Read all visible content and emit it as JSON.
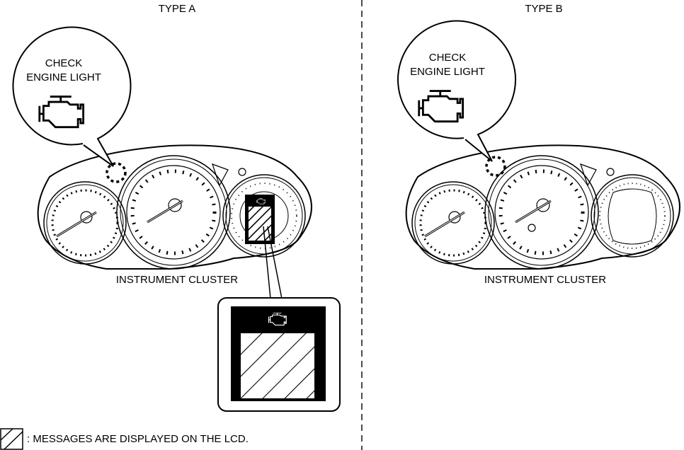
{
  "panels": [
    {
      "title": "TYPE A",
      "callout": {
        "line1": "CHECK",
        "line2": "ENGINE LIGHT",
        "icon": "engine-icon"
      },
      "cluster_label": "INSTRUMENT CLUSTER",
      "lcd_detail": {
        "icon": "engine-icon",
        "area": "hatched-message-area"
      }
    },
    {
      "title": "TYPE B",
      "callout": {
        "line1": "CHECK",
        "line2": "ENGINE LIGHT",
        "icon": "engine-icon"
      },
      "cluster_label": "INSTRUMENT CLUSTER"
    }
  ],
  "legend": {
    "symbol": "hatched-square-icon",
    "text": ": MESSAGES ARE DISPLAYED ON THE LCD."
  }
}
